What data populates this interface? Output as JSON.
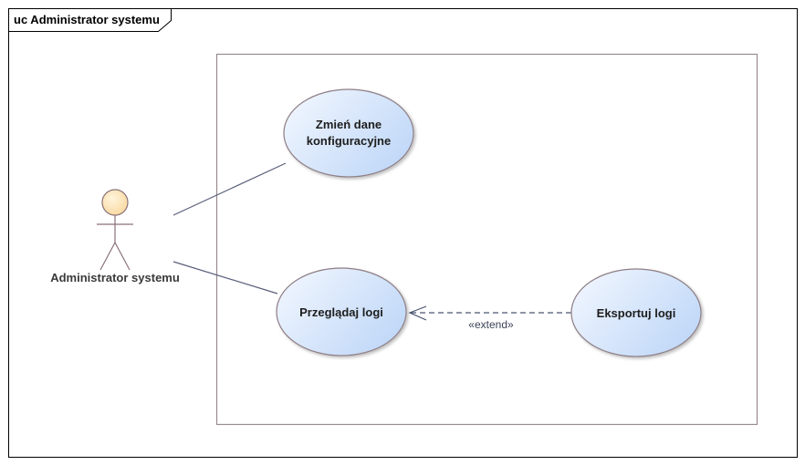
{
  "diagram": {
    "frame_title": "uc Administrator systemu",
    "actor": {
      "name": "Administrator systemu"
    },
    "use_cases": {
      "change_config": {
        "line1": "Zmień dane",
        "line2": "konfiguracyjne"
      },
      "browse_logs": {
        "label": "Przeglądaj logi"
      },
      "export_logs": {
        "label": "Eksportuj logi"
      }
    },
    "relations": {
      "extend_label": "«extend»"
    },
    "colors": {
      "frame_border": "#000000",
      "boundary_border": "#9a8a8e",
      "ellipse_border": "#8f7f86",
      "ellipse_fill_light": "#f4f8ff",
      "ellipse_fill_dark": "#c9defa",
      "actor_head_fill": "#fde6b8",
      "actor_stroke": "#8a7278",
      "association_line": "#5a5f7a",
      "extend_line": "#4a5470"
    }
  }
}
